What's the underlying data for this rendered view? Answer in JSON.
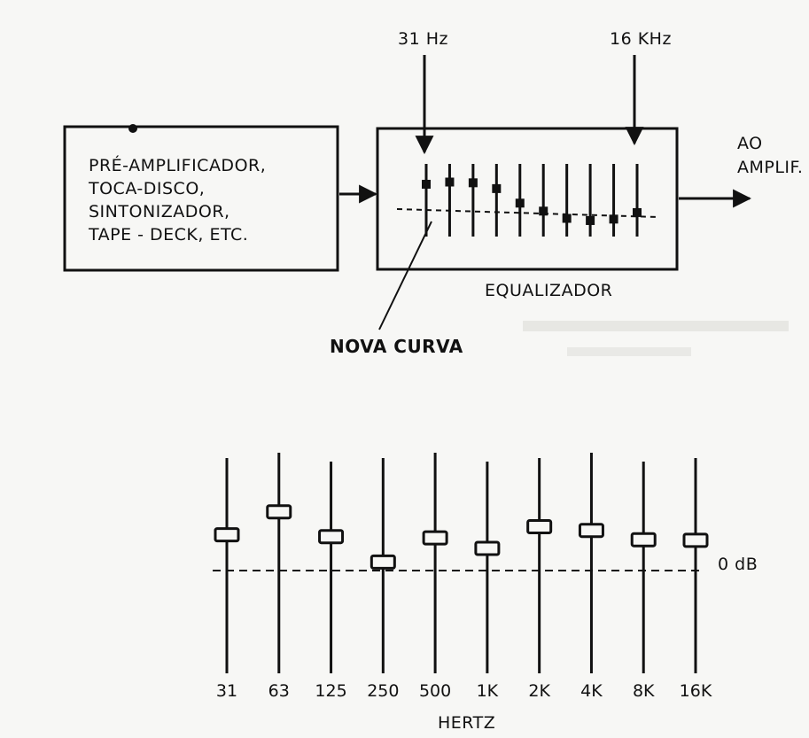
{
  "top_diagram": {
    "source_block": {
      "lines": [
        "PRÉ-AMPLIFICADOR,",
        "TOCA-DISCO,",
        "SINTONIZADOR,",
        "TAPE - DECK, ETC."
      ]
    },
    "equalizer_block": {
      "label": "EQUALIZADOR",
      "slider_count": 10,
      "knob_levels": [
        0.72,
        0.75,
        0.74,
        0.66,
        0.46,
        0.35,
        0.25,
        0.22,
        0.24,
        0.33
      ]
    },
    "marker_low": "31 Hz",
    "marker_high": "16 KHz",
    "output_label": [
      "AO",
      "AMPLIF."
    ],
    "curve_label": "NOVA CURVA"
  },
  "bottom_diagram": {
    "reference_label": "0 dB",
    "axis_title": "HERTZ",
    "bands": [
      {
        "label": "31",
        "level": 0.52
      },
      {
        "label": "63",
        "level": 0.89
      },
      {
        "label": "125",
        "level": 0.49
      },
      {
        "label": "250",
        "level": 0.08
      },
      {
        "label": "500",
        "level": 0.47
      },
      {
        "label": "1K",
        "level": 0.3
      },
      {
        "label": "2K",
        "level": 0.65
      },
      {
        "label": "4K",
        "level": 0.59
      },
      {
        "label": "8K",
        "level": 0.44
      },
      {
        "label": "16K",
        "level": 0.43
      }
    ]
  }
}
